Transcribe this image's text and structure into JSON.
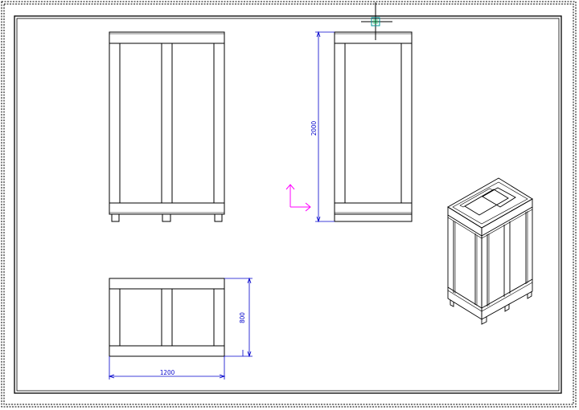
{
  "dimensions": {
    "height_label": "2000",
    "depth_label": "800",
    "width_label": "1200"
  },
  "colors": {
    "line": "#000000",
    "dimension": "#0000cc",
    "ucs": "#ff00ff",
    "cursor": "#009999",
    "frame_dash": "#000000"
  },
  "icons": {
    "ucs": "ucs-axis-icon",
    "cursor": "crosshair-cursor-icon"
  }
}
